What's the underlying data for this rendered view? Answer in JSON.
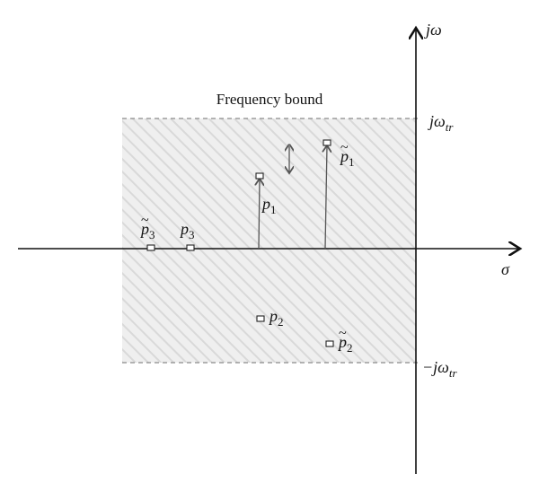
{
  "title": "Frequency bound",
  "axes": {
    "imag_label": "jω",
    "real_label": "σ"
  },
  "bounds": {
    "upper": {
      "prefix": "jω",
      "subscript": "tr"
    },
    "lower": {
      "prefix": "−jω",
      "subscript": "tr"
    }
  },
  "poles": {
    "p1": {
      "symbol": "p",
      "index": "1"
    },
    "p1_tilde": {
      "symbol": "p",
      "index": "1"
    },
    "p2": {
      "symbol": "p",
      "index": "2"
    },
    "p2_tilde": {
      "symbol": "p",
      "index": "2"
    },
    "p3": {
      "symbol": "p",
      "index": "3"
    },
    "p3_tilde": {
      "symbol": "p",
      "index": "3"
    }
  },
  "colors": {
    "hatch_fill": "#efefef",
    "hatch_line": "#d8d8d8",
    "dash": "#8a8a8a",
    "axis": "#111111",
    "arrow": "#555555"
  }
}
